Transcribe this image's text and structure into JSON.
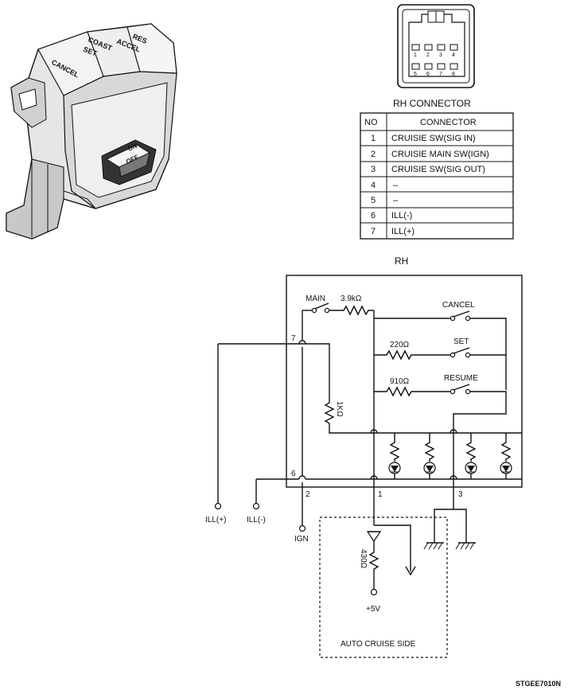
{
  "connector": {
    "title": "RH CONNECTOR",
    "pin_numbers": [
      "1",
      "2",
      "3",
      "4",
      "5",
      "6",
      "7",
      "8"
    ]
  },
  "table": {
    "headers": [
      "NO",
      "CONNECTOR"
    ],
    "rows": [
      {
        "no": "1",
        "connector": "CRUISIE SW(SIG IN)"
      },
      {
        "no": "2",
        "connector": "CRUISIE MAIN SW(IGN)"
      },
      {
        "no": "3",
        "connector": "CRUISIE SW(SIG OUT)"
      },
      {
        "no": "4",
        "connector": "–"
      },
      {
        "no": "5",
        "connector": "–"
      },
      {
        "no": "6",
        "connector": "ILL(-)"
      },
      {
        "no": "7",
        "connector": "ILL(+)"
      }
    ]
  },
  "switch_labels": {
    "cancel": "CANCEL",
    "coast": "COAST",
    "set": "SET",
    "res": "RES",
    "accel": "ACCEL",
    "on": "ON",
    "off": "OFF"
  },
  "schematic": {
    "title": "RH",
    "main": "MAIN",
    "r_main": "3.9kΩ",
    "cancel": "CANCEL",
    "set": "SET",
    "resume": "RESUME",
    "r_set": "220Ω",
    "r_resume": "910Ω",
    "r_ill": "1KΩ",
    "pin7": "7",
    "pin6": "6",
    "pin2": "2",
    "pin1": "1",
    "pin3": "3",
    "ill_plus": "ILL(+)",
    "ill_minus": "ILL(-)",
    "ign": "IGN",
    "r_auto": "430Ω",
    "v5": "+5V",
    "auto_side": "AUTO CRUISE SIDE"
  },
  "figure_code": "STGEE7010N"
}
